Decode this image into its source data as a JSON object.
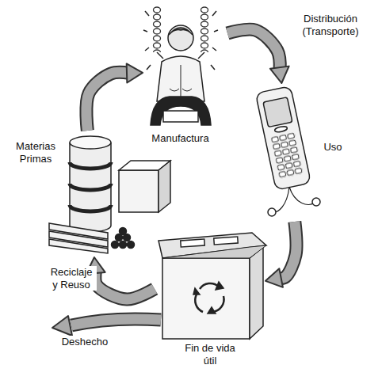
{
  "diagram": {
    "nodes": [
      {
        "text": [
          "Materias Primas"
        ]
      },
      {
        "text": [
          "Manufactura"
        ]
      },
      {
        "text": [
          "Uso"
        ]
      },
      {
        "text": [
          "Fin de vida útil"
        ]
      }
    ],
    "edges": [
      {
        "from": 0,
        "to": 1,
        "arrow": "to"
      },
      {
        "from": 1,
        "to": 2,
        "arrow": "to",
        "label": "Distribución (Transporte)"
      },
      {
        "from": 2,
        "to": 3,
        "arrow": "to"
      },
      {
        "from": 3,
        "to": 0,
        "arrow": "to",
        "label": "Reciclaje y Reuso"
      }
    ],
    "labels": [
      "Deshecho"
    ]
  }
}
